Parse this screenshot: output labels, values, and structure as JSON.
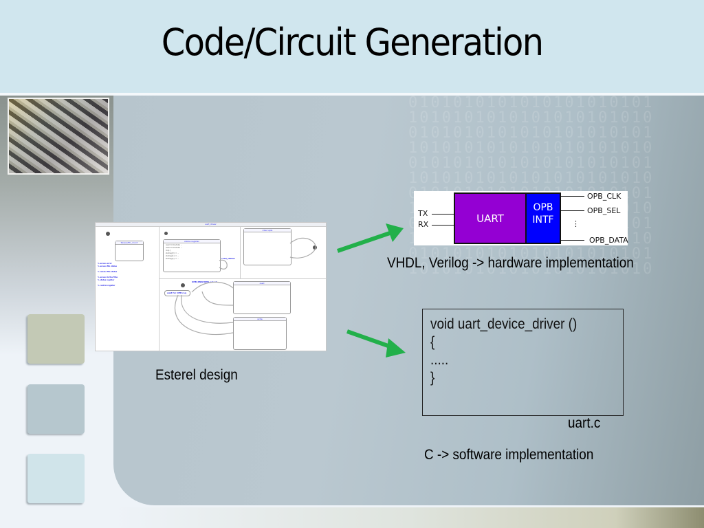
{
  "slide": {
    "title": "Code/Circuit Generation"
  },
  "decor": {
    "chip_photo": "chip-die-photo",
    "swatch_colors": [
      "#c3c9b5",
      "#b6c7ce",
      "#d0e4ea"
    ],
    "title_band_color": "#d0e6ee",
    "binary_watermark": "0101010101010101010101"
  },
  "esterel_design": {
    "caption": "Esterel design",
    "window_title": "uart_driver",
    "blocks": [
      "status register",
      "interrupts",
      "read",
      "write"
    ],
    "labels": [
      "Reset_fifo_count",
      "wait for OPB req",
      "read_status",
      "OPB_RNW/OPB_select"
    ]
  },
  "hardware": {
    "blocks": {
      "uart": "UART",
      "opb_line1": "OPB",
      "opb_line2": "INTF"
    },
    "left_signals": [
      "TX",
      "RX"
    ],
    "right_signals": [
      "OPB_CLK",
      "OPB_SEL",
      "⋮",
      "OPB_DATA"
    ],
    "uart_color": "#9400d3",
    "opb_color": "#0000ff",
    "caption": "VHDL, Verilog  -> hardware implementation"
  },
  "software": {
    "code_lines": [
      "void uart_device_driver ()",
      "{",
      ".....",
      "}"
    ],
    "filename": "uart.c",
    "caption": "C -> software implementation"
  },
  "arrows": {
    "color": "#22b04a",
    "targets": [
      "hardware",
      "software"
    ]
  }
}
